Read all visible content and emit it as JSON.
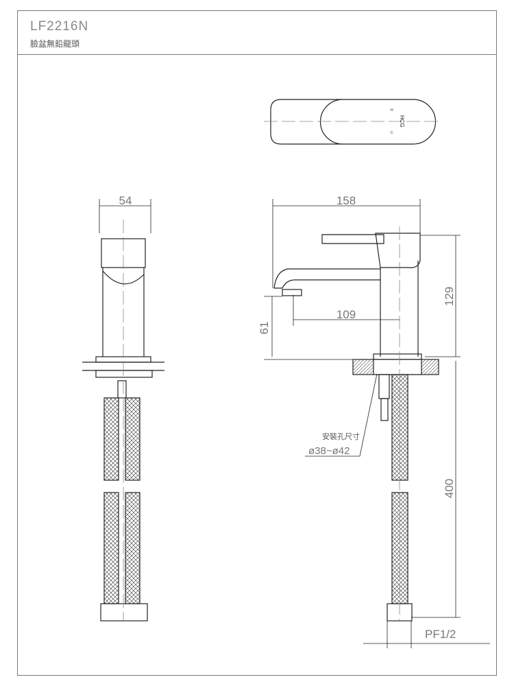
{
  "header": {
    "model": "LF2216N",
    "product_name": "臉盆無鉛龍頭"
  },
  "top_view": {
    "hot_mark": "H",
    "cold_mark": "C",
    "logo": "HCG"
  },
  "dimensions": {
    "front_width": "54",
    "side_length": "158",
    "height": "129",
    "spout_reach": "109",
    "spout_height": "61",
    "hose_length": "400",
    "connector": "PF1/2"
  },
  "annotation": {
    "label": "安裝孔尺寸",
    "value": "ø38~ø42"
  }
}
